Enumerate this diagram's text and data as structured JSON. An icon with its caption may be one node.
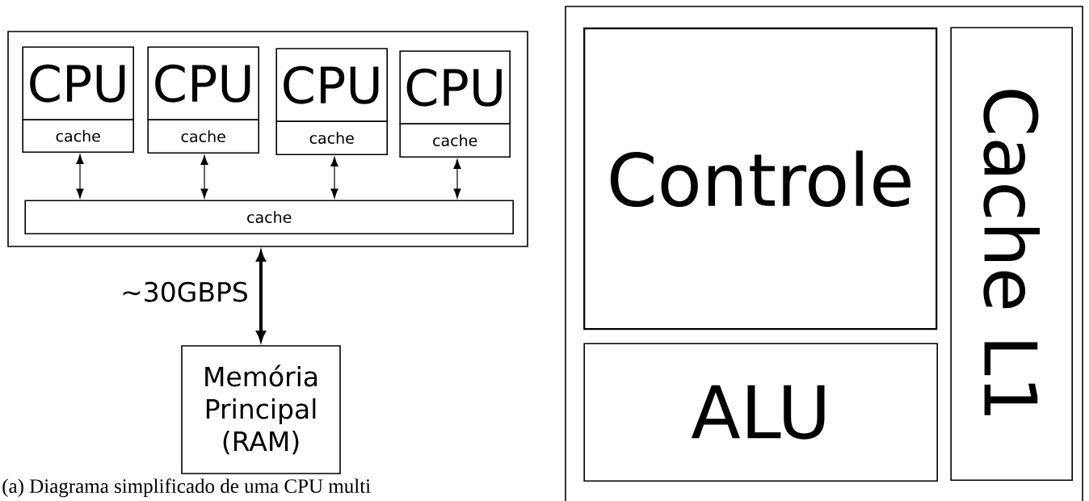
{
  "diagram": {
    "caption": "(a) Diagrama simplificado de uma CPU multi",
    "nodes": [
      {
        "text": [],
        "shape": "box"
      },
      {
        "text": [
          "CPU"
        ],
        "in": 0
      },
      {
        "text": [
          "cache"
        ],
        "in": 0
      },
      {
        "text": [
          "CPU"
        ],
        "in": 0
      },
      {
        "text": [
          "cache"
        ],
        "in": 0
      },
      {
        "text": [
          "CPU"
        ],
        "in": 0
      },
      {
        "text": [
          "cache"
        ],
        "in": 0
      },
      {
        "text": [
          "CPU"
        ],
        "in": 0
      },
      {
        "text": [
          "cache"
        ],
        "in": 0
      },
      {
        "text": [
          "cache"
        ],
        "in": 0
      },
      {
        "text": [
          "Memória Principal (RAM)"
        ]
      },
      {
        "text": [],
        "shape": "box"
      },
      {
        "text": [
          "Controle"
        ],
        "in": 11
      },
      {
        "text": [
          "ALU"
        ],
        "in": 11
      },
      {
        "text": [
          "Cache L1"
        ],
        "in": 11
      }
    ],
    "edges": [
      {
        "from": 2,
        "to": 9,
        "arrow": "both"
      },
      {
        "from": 4,
        "to": 9,
        "arrow": "both"
      },
      {
        "from": 6,
        "to": 9,
        "arrow": "both"
      },
      {
        "from": 8,
        "to": 9,
        "arrow": "both"
      },
      {
        "from": 0,
        "to": 10,
        "arrow": "both",
        "label": "∼30GBPS",
        "style": "thick"
      }
    ]
  }
}
